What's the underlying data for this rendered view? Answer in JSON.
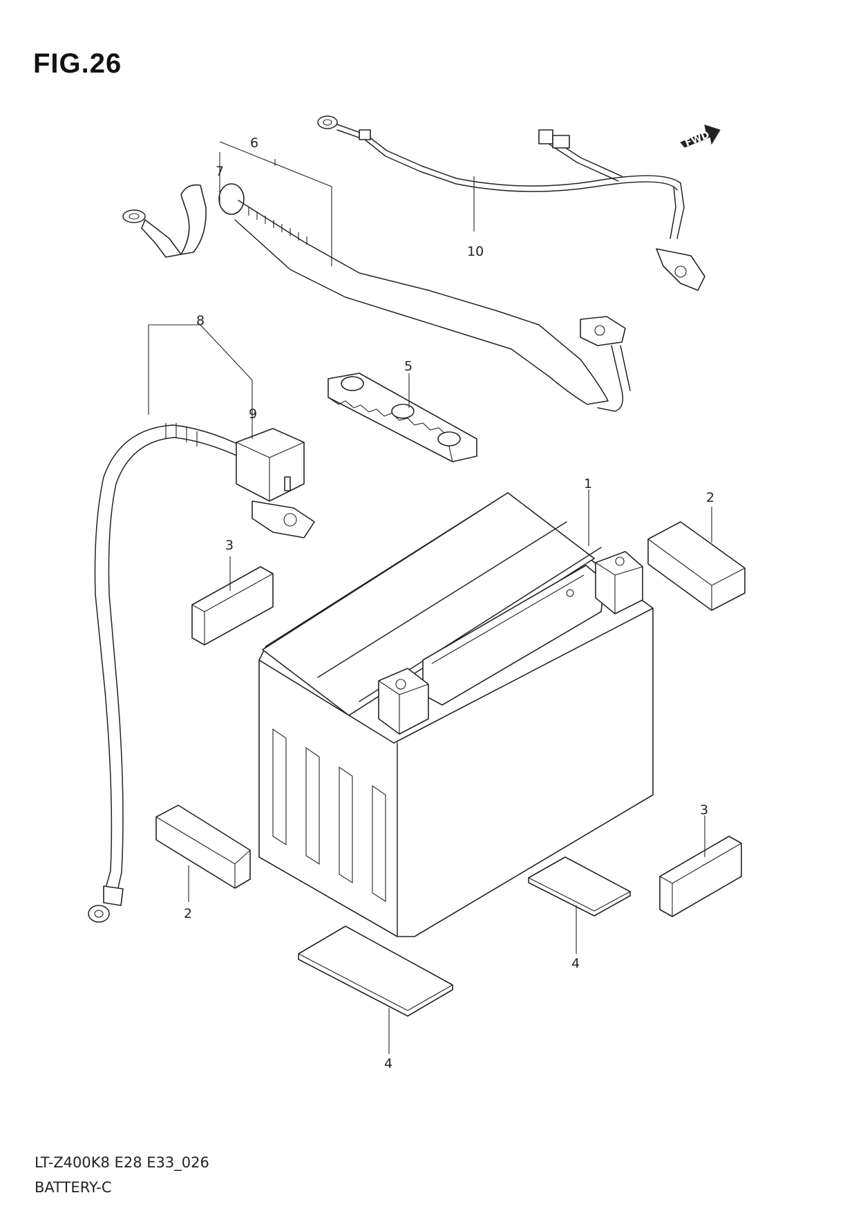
{
  "figure": {
    "title": "FIG.26",
    "footer_code": "LT-Z400K8 E28 E33_026",
    "footer_name": "BATTERY-C",
    "fwd_label": "FWD"
  },
  "parts": [
    {
      "ref": "1",
      "part": "battery"
    },
    {
      "ref": "2",
      "part": "pad-upper-right"
    },
    {
      "ref": "2",
      "part": "pad-lower-left"
    },
    {
      "ref": "3",
      "part": "pad-upper-left"
    },
    {
      "ref": "3",
      "part": "pad-lower-right"
    },
    {
      "ref": "4",
      "part": "sheet-under-battery"
    },
    {
      "ref": "4",
      "part": "sheet-front"
    },
    {
      "ref": "5",
      "part": "battery-holder-plate"
    },
    {
      "ref": "6",
      "part": "positive-cable"
    },
    {
      "ref": "7",
      "part": "positive-terminal-cover"
    },
    {
      "ref": "8",
      "part": "negative-cable"
    },
    {
      "ref": "9",
      "part": "negative-terminal-cover"
    },
    {
      "ref": "10",
      "part": "ground-lead"
    }
  ]
}
